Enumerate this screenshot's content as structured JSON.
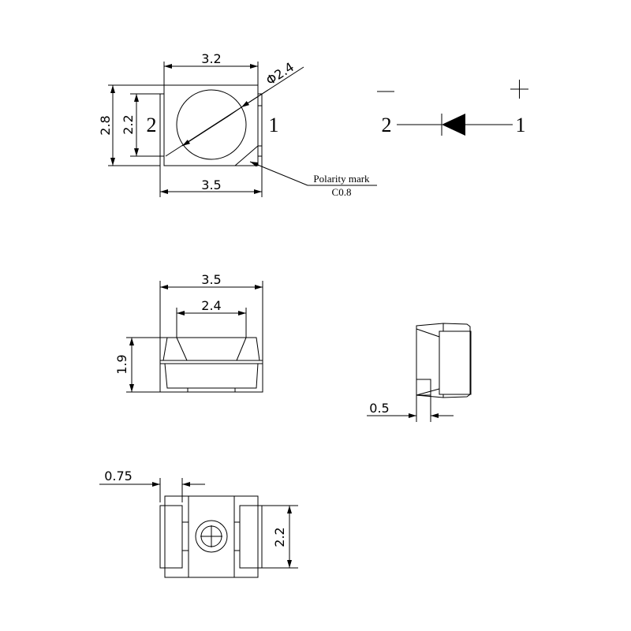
{
  "top_view": {
    "width_dim": "3.2",
    "lens_dim": "Φ2.4",
    "height_dim": "2.8",
    "pad_dim": "2.2",
    "overall_width_dim": "3.5",
    "pin_left": "2",
    "pin_right": "1",
    "polarity_label": "Polarity mark",
    "polarity_chamfer": "C0.8"
  },
  "symbol": {
    "minus": "—",
    "plus": "+",
    "pin_left": "2",
    "pin_right": "1"
  },
  "side_view": {
    "width_dim": "3.5",
    "lens_dim": "2.4",
    "height_dim": "1.9"
  },
  "end_view": {
    "pad_dim": "0.5"
  },
  "bottom_view": {
    "pad_width_dim": "0.75",
    "pad_height_dim": "2.2"
  }
}
